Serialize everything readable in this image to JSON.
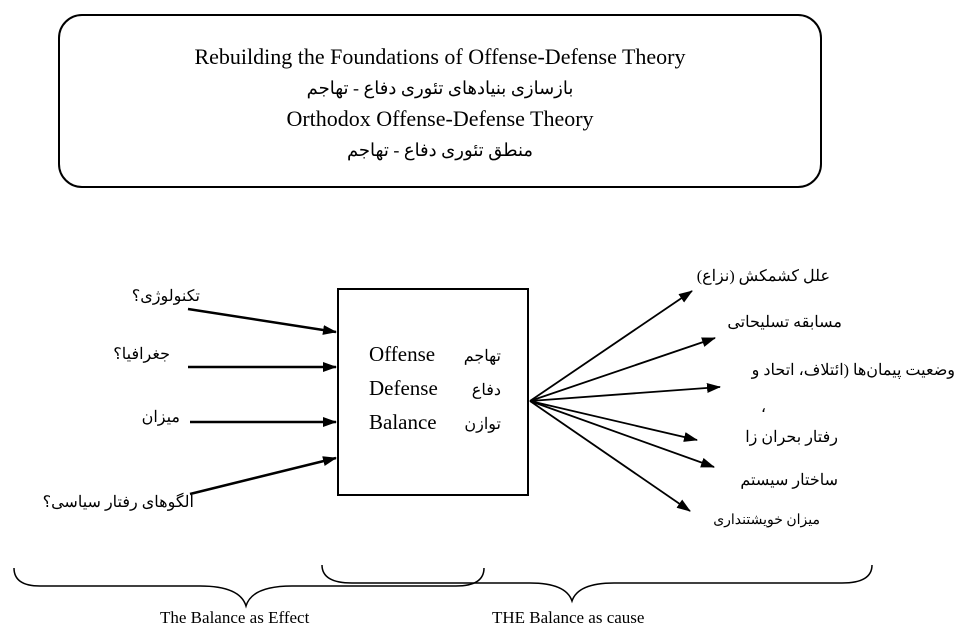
{
  "title_box": {
    "line1": "Rebuilding the Foundations of Offense-Defense Theory",
    "line2": "بازسازی بنیادهای تئوری دفاع - تهاجم",
    "line3": "Orthodox Offense-Defense Theory",
    "line4": "منطق تئوری دفاع - تهاجم"
  },
  "inputs": [
    {
      "label": "تکنولوژی؟"
    },
    {
      "label": "جغرافیا؟"
    },
    {
      "label": "میزان"
    },
    {
      "label": "الگوهای رفتار سیاسی؟"
    }
  ],
  "center": [
    {
      "en": "Offense",
      "fa": "تهاجم"
    },
    {
      "en": "Defense",
      "fa": "دفاع"
    },
    {
      "en": "Balance",
      "fa": "توازن"
    }
  ],
  "outputs": [
    {
      "label": "علل کشمکش (نزاع)"
    },
    {
      "label": "مسابقه تسلیحاتی"
    },
    {
      "label": "وضعیت پیمان‌ها (ائتلاف، اتحاد و"
    },
    {
      "label": "،"
    },
    {
      "label": "رفتار بحران زا"
    },
    {
      "label": "ساختار سیستم"
    },
    {
      "label": "میزان خویشتنداری"
    }
  ],
  "captions": {
    "effect": "The Balance as Effect",
    "cause": "THE Balance as cause"
  }
}
